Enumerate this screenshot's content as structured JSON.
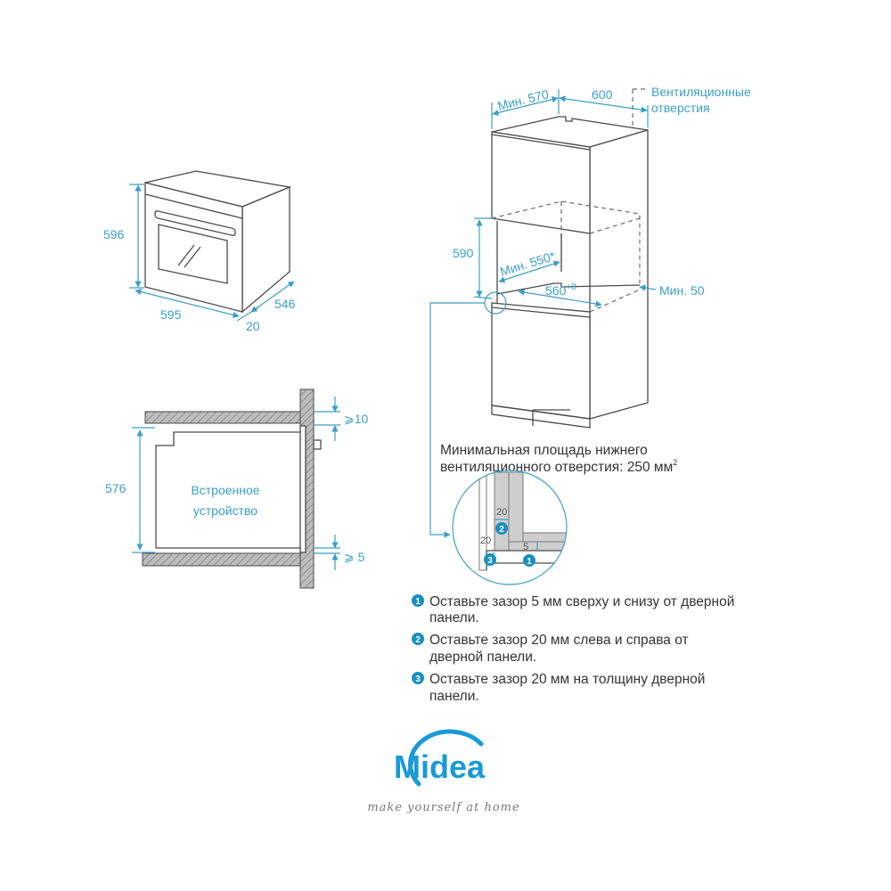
{
  "colors": {
    "accent": "#3a9fc6",
    "brand": "#1a9ad6",
    "line": "#4a4a4a"
  },
  "oven_dims": {
    "height": "596",
    "width": "595",
    "depth": "546",
    "door": "20"
  },
  "cabinet_dims": {
    "min_depth": "Мин. 570",
    "width": "600",
    "vent_label_1": "Вентиляционные",
    "vent_label_2": "отверстия",
    "niche_height": "590",
    "niche_depth": "Мин. 550*",
    "niche_width": "560",
    "niche_width_tol": "+8",
    "min_gap": "Мин. 50"
  },
  "vent_note": {
    "line1": "Минимальная площадь нижнего",
    "line2": "вентиляционного отверстия: 250 мм",
    "sup": "2"
  },
  "section": {
    "height": "576",
    "gap_top": "⩾10",
    "gap_bottom": "⩾ 5",
    "label_1": "Встроенное",
    "label_2": "устройство"
  },
  "detail": {
    "n20a": "20",
    "n20b": "20",
    "n5": "5",
    "m1": "1",
    "m2": "2",
    "m3": "3"
  },
  "notes": [
    {
      "num": "1",
      "line1": "Оставьте зазор 5 мм сверху и снизу от дверной",
      "line2": "панели."
    },
    {
      "num": "2",
      "line1": "Оставьте зазор 20 мм слева и справа от",
      "line2": "дверной панели."
    },
    {
      "num": "3",
      "line1": "Оставьте зазор 20 мм на толщину дверной",
      "line2": "панели."
    }
  ],
  "logo": {
    "brand": "Midea",
    "tagline": "make yourself at home"
  }
}
